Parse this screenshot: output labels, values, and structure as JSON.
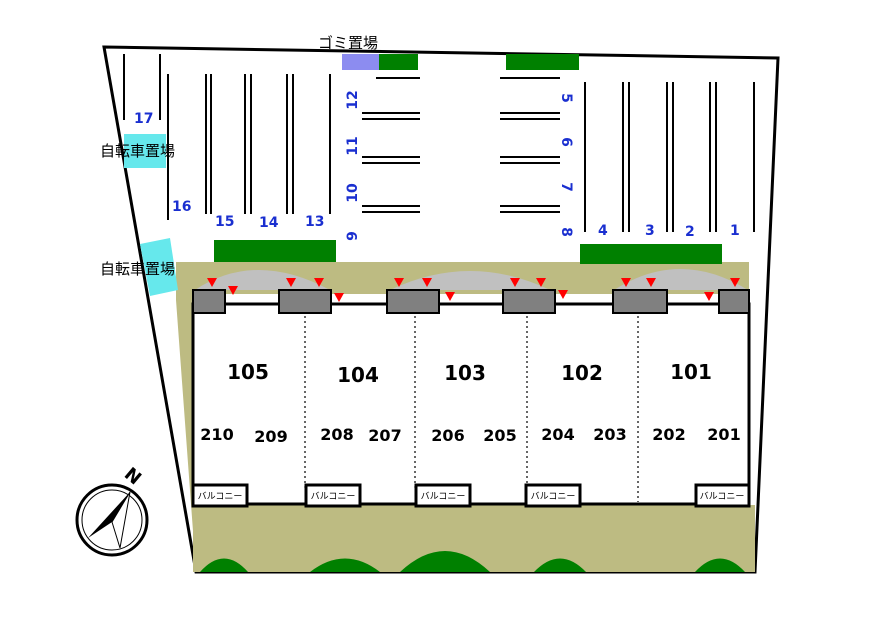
{
  "labels": {
    "garbage": "ゴミ置場",
    "bicycle_1": "自転車置場",
    "bicycle_2": "自転車置場",
    "balcony": "バルコニー"
  },
  "units_ground": [
    "105",
    "104",
    "103",
    "102",
    "101"
  ],
  "rooms_upper": [
    "210",
    "209",
    "208",
    "207",
    "206",
    "205",
    "204",
    "203",
    "202",
    "201"
  ],
  "parking": {
    "top_left": [
      "17",
      "16",
      "15",
      "14",
      "13"
    ],
    "center_left": [
      "12",
      "11",
      "10",
      "9"
    ],
    "center_right": [
      "5",
      "6",
      "7",
      "8"
    ],
    "right": [
      "4",
      "3",
      "2",
      "1"
    ]
  },
  "compass_label": "N",
  "colors": {
    "green": "#008000",
    "cyan": "#66e8ec",
    "lawn": "#bdbb82",
    "paving": "#c0c0c0",
    "entrance": "#808080",
    "bin": "#8c8cf0",
    "marker": "#ff0000",
    "parking_number": "#1a2fd0"
  }
}
